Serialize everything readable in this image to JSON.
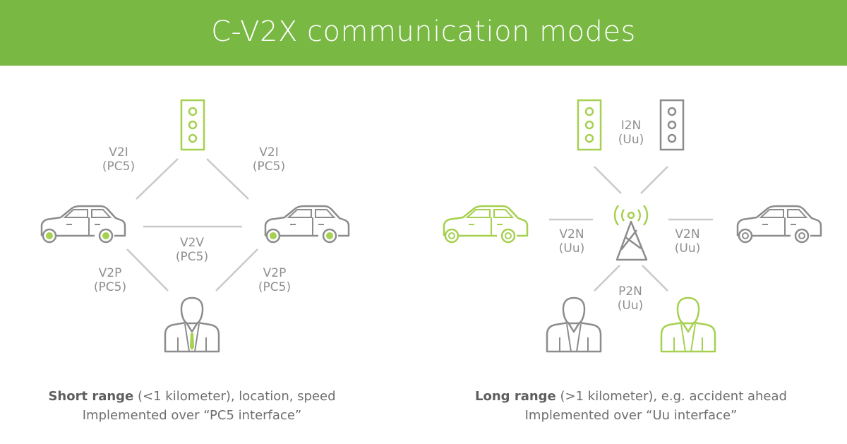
{
  "header": {
    "title": "C-V2X communication modes"
  },
  "short_range": {
    "labels": {
      "v2i_left": [
        "V2I",
        "(PC5)"
      ],
      "v2i_right": [
        "V2I",
        "(PC5)"
      ],
      "v2v": [
        "V2V",
        "(PC5)"
      ],
      "v2p_left": [
        "V2P",
        "(PC5)"
      ],
      "v2p_right": [
        "V2P",
        "(PC5)"
      ]
    },
    "caption_bold": "Short range",
    "caption_rest": " (<1 kilometer), location, speed",
    "caption_line2": "Implemented over “PC5 interface”"
  },
  "long_range": {
    "labels": {
      "i2n": [
        "I2N",
        "(Uu)"
      ],
      "v2n_left": [
        "V2N",
        "(Uu)"
      ],
      "v2n_right": [
        "V2N",
        "(Uu)"
      ],
      "p2n": [
        "P2N",
        "(Uu)"
      ]
    },
    "caption_bold": "Long range",
    "caption_rest": " (>1 kilometer), e.g. accident ahead",
    "caption_line2": "Implemented over “Uu interface”"
  },
  "colors": {
    "green": "#78b843",
    "icon_green": "#a6d04f",
    "gray": "#8f8f8f"
  },
  "icons": [
    "traffic-light-icon",
    "car-icon",
    "person-icon",
    "cell-tower-icon"
  ]
}
